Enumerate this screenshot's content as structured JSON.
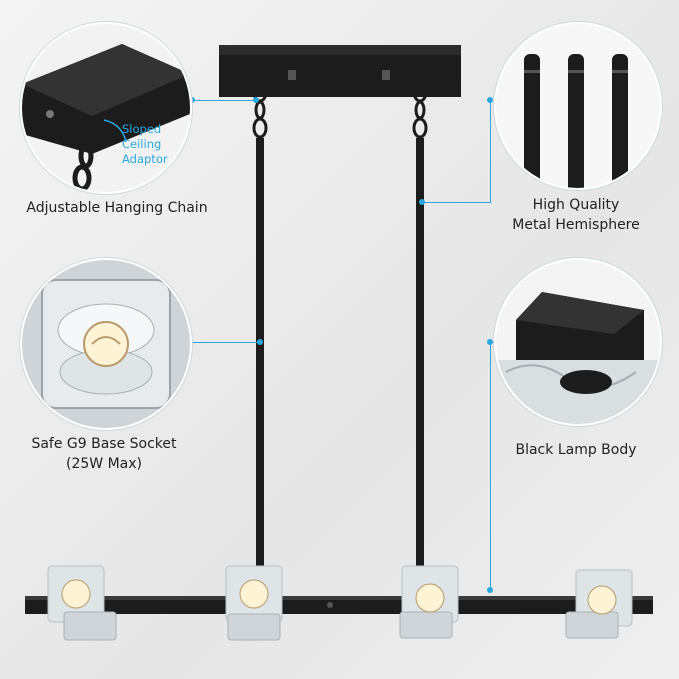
{
  "colors": {
    "accent": "#2aa7de",
    "metal": "#1c1c1c",
    "background": "#ececec"
  },
  "callouts": {
    "chain": {
      "label": "Adjustable Hanging Chain"
    },
    "adaptor": {
      "label": "Sloped Ceiling Adaptor",
      "line1": "Sloped",
      "line2": "Ceiling",
      "line3": "Adaptor"
    },
    "hemisphere": {
      "line1": "High Quality",
      "line2": "Metal Hemisphere"
    },
    "socket": {
      "line1": "Safe G9 Base Socket",
      "line2": "(25W Max)"
    },
    "body": {
      "label": "Black Lamp Body"
    }
  },
  "icons": [
    "ceiling-plate-image",
    "rod-image",
    "crystal-socket-image",
    "lamp-body-image",
    "chandelier-image"
  ]
}
